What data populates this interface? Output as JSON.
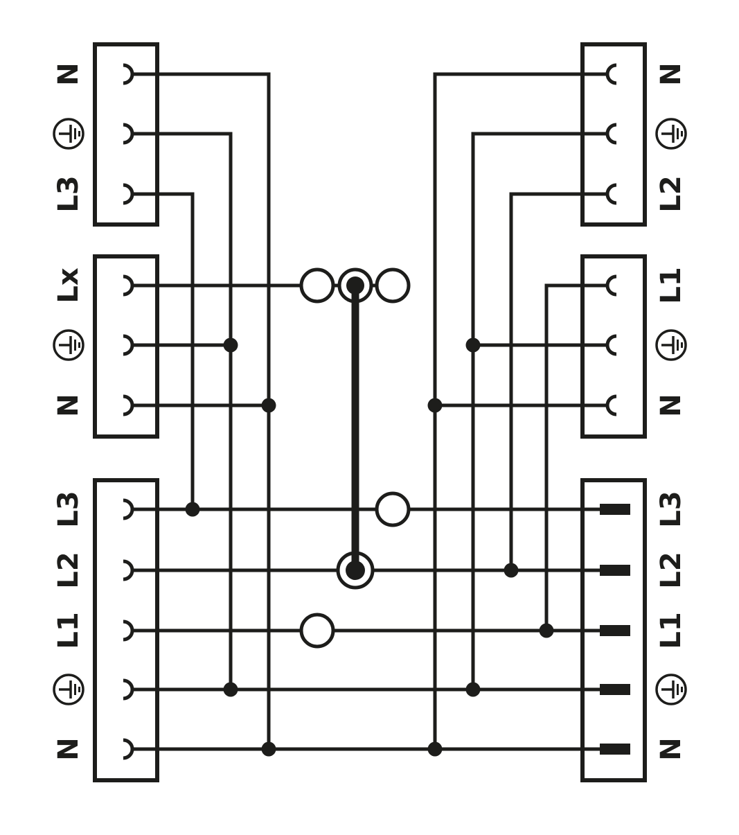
{
  "diagram": {
    "background_color": "#ffffff",
    "line_color": "#1d1d1b",
    "connectors": {
      "top_left": {
        "contact_icon": "socket-arc-left-icon",
        "terminals": [
          {
            "label": "N"
          },
          {
            "icon": "earth-icon"
          },
          {
            "label": "L3"
          }
        ]
      },
      "middle_left": {
        "contact_icon": "socket-arc-left-icon",
        "terminals": [
          {
            "label": "Lx"
          },
          {
            "icon": "earth-icon"
          },
          {
            "label": "N"
          }
        ]
      },
      "bottom_left": {
        "contact_icon": "socket-arc-left-icon",
        "terminals": [
          {
            "label": "L3"
          },
          {
            "label": "L2"
          },
          {
            "label": "L1"
          },
          {
            "icon": "earth-icon"
          },
          {
            "label": "N"
          }
        ]
      },
      "top_right": {
        "contact_icon": "socket-arc-right-icon",
        "terminals": [
          {
            "label": "N"
          },
          {
            "icon": "earth-icon"
          },
          {
            "label": "L2"
          }
        ]
      },
      "middle_right": {
        "contact_icon": "socket-arc-right-icon",
        "terminals": [
          {
            "label": "L1"
          },
          {
            "icon": "earth-icon"
          },
          {
            "label": "N"
          }
        ]
      },
      "bottom_right": {
        "contact_icon": "blade-bar-icon",
        "terminals": [
          {
            "label": "L3"
          },
          {
            "label": "L2"
          },
          {
            "label": "L1"
          },
          {
            "icon": "earth-icon"
          },
          {
            "label": "N"
          }
        ]
      }
    },
    "phase_selector": {
      "top_row_circles": [
        "open",
        "filled",
        "open"
      ],
      "row_circles": {
        "L3": "open",
        "L2": "filled-ring",
        "L1": "open"
      },
      "jumper_from": "Lx",
      "jumper_to": "L2"
    }
  }
}
